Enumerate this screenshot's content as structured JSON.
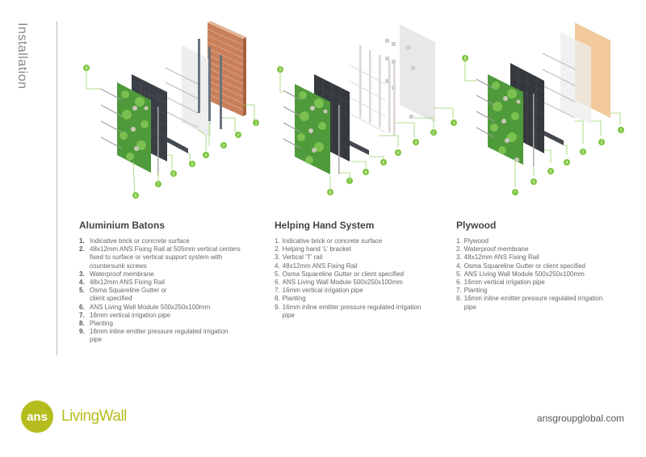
{
  "page": {
    "side_title": "Installation"
  },
  "systems": [
    {
      "title": "Aluminium Batons",
      "items": [
        {
          "num": "1.",
          "text": "Indicative brick or concrete surface"
        },
        {
          "num": "2.",
          "text": "48x12mm ANS Fixing Rail at 505mm vertical centers fixed to surface or vertical support system with countersunk screws"
        },
        {
          "num": "3.",
          "text": "Waterproof membrane"
        },
        {
          "num": "4.",
          "text": "48x12mm ANS Fixing Rail"
        },
        {
          "num": "5.",
          "text": "Osma Squareline Gutter or client specified"
        },
        {
          "num": "6.",
          "text": "ANS Living Wall Module 500x250x100mm"
        },
        {
          "num": "7.",
          "text": "16mm vertical irrigation pipe"
        },
        {
          "num": "8.",
          "text": "Planting"
        },
        {
          "num": "9.",
          "text": "16mm inline emitter pressure regulated irrigation pipe"
        }
      ],
      "callouts": [
        "1",
        "2",
        "3",
        "4",
        "5",
        "6",
        "7",
        "8",
        "9"
      ]
    },
    {
      "title": "Helping Hand System",
      "items": [
        {
          "num": "1.",
          "text": "Indicative brick or concrete surface"
        },
        {
          "num": "2.",
          "text": "Helping hand ‘L’ bracket"
        },
        {
          "num": "3.",
          "text": "Vertical ‘T’ rail"
        },
        {
          "num": "4.",
          "text": "48x12mm ANS Fixing Rail"
        },
        {
          "num": "5.",
          "text": "Osma Squareline Gutter or client specified"
        },
        {
          "num": "6.",
          "text": "ANS Living Wall Module 500x250x100mm"
        },
        {
          "num": "7.",
          "text": "16mm vertical irrigation pipe"
        },
        {
          "num": "8.",
          "text": "Planting"
        },
        {
          "num": "9.",
          "text": "16mm inline emitter pressure regulated irrigation pipe"
        }
      ],
      "callouts": [
        "1",
        "2",
        "3",
        "4",
        "5",
        "6",
        "7",
        "8",
        "9"
      ]
    },
    {
      "title": "Plywood",
      "items": [
        {
          "num": "1.",
          "text": "Plywood"
        },
        {
          "num": "2.",
          "text": "Waterproof membrane"
        },
        {
          "num": "3.",
          "text": "48x12mm ANS Fixing Rail"
        },
        {
          "num": "4.",
          "text": "Osma Squareline Gutter or client specified"
        },
        {
          "num": "5.",
          "text": "ANS Living Wall Module 500x250x100mm"
        },
        {
          "num": "6.",
          "text": "16mm vertical irrigation pipe"
        },
        {
          "num": "7.",
          "text": "Planting"
        },
        {
          "num": "8.",
          "text": "16mm inline emitter pressure regulated irrigation pipe"
        }
      ],
      "callouts": [
        "1",
        "2",
        "3",
        "4",
        "5",
        "6",
        "7",
        "8"
      ]
    }
  ],
  "footer": {
    "logo_mark": "ans",
    "logo_text": "LivingWall",
    "website": "ansgroupglobal.com"
  },
  "colors": {
    "brand_green": "#b5bd1e",
    "callout_green": "#7ec63f"
  }
}
